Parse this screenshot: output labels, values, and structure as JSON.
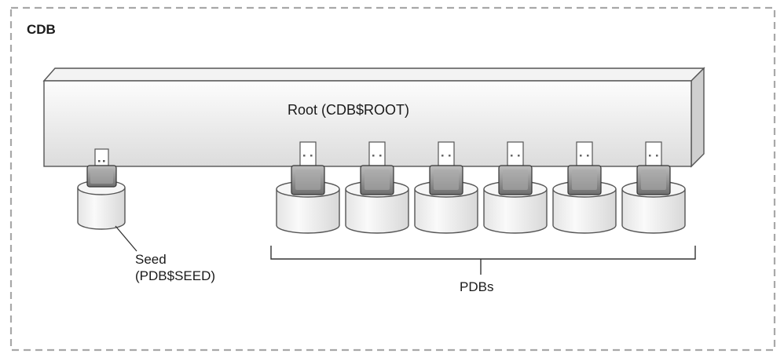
{
  "diagram": {
    "container_label": "CDB",
    "root_label": "Root (CDB$ROOT)",
    "seed_label_line1": "Seed",
    "seed_label_line2": "(PDB$SEED)",
    "pdbs_label": "PDBs",
    "pdb_count": 6
  },
  "colors": {
    "outline": "#555555",
    "dashed_border": "#a8a8a8",
    "box_top": "#f4f4f4",
    "box_front_light": "#fdfdfd",
    "box_front_dark": "#dedede",
    "cylinder_body": "#f2f2f2",
    "connector_plug": "#8a8a8a"
  }
}
